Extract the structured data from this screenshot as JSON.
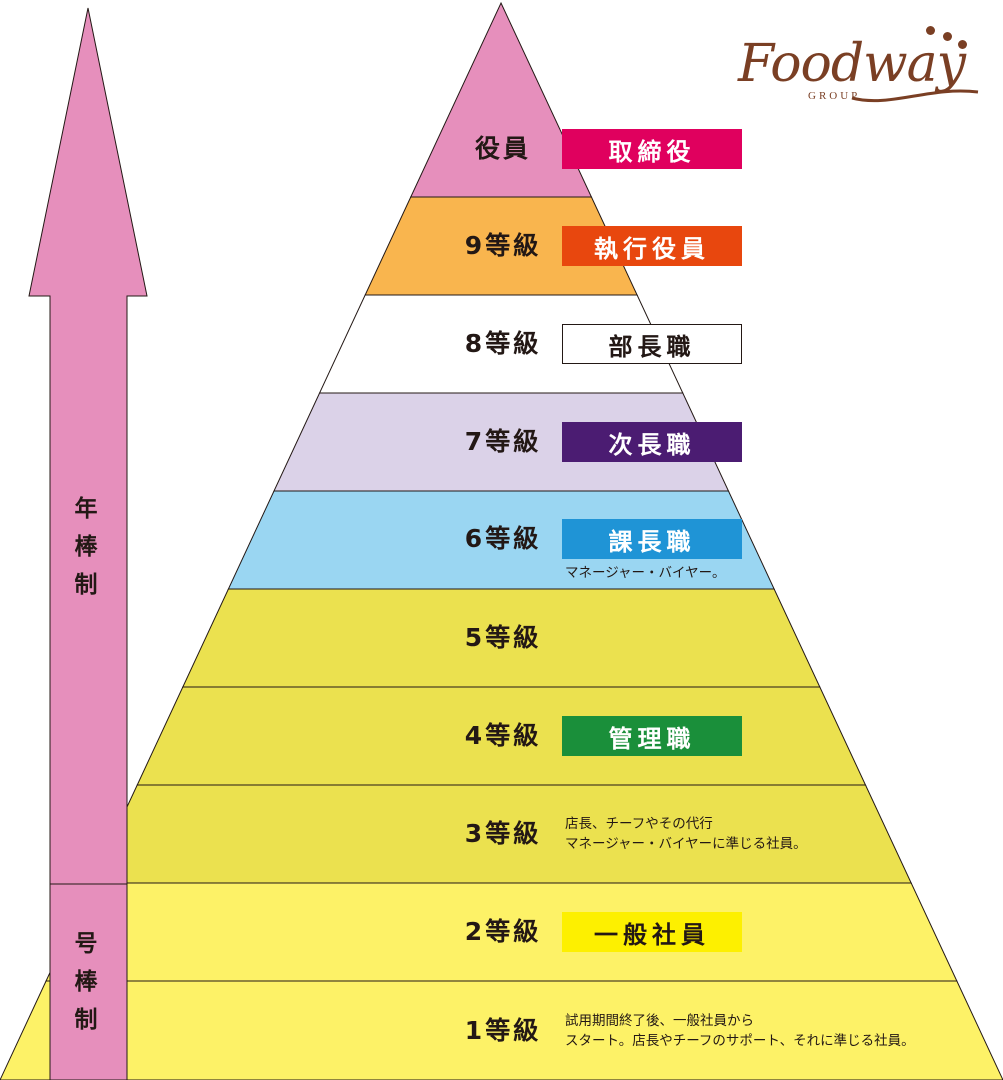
{
  "logo": {
    "name": "Foodway",
    "sub": "GROUP"
  },
  "colors": {
    "arrow": "#e68fbc",
    "outline": "#231815",
    "level_fills": [
      "#fdf267",
      "#fdf267",
      "#ebe14f",
      "#ebe14f",
      "#ebe14f",
      "#9ad6f2",
      "#dbd2e8",
      "#ffffff",
      "#f9b54e",
      "#e68fbc"
    ]
  },
  "salary_system": {
    "annual": "年棒制",
    "grade_based": "号棒制"
  },
  "levels": [
    {
      "grade": "役員",
      "title": "取締役",
      "title_bg": "#e0005e",
      "title_color": "#ffffff",
      "note": []
    },
    {
      "grade": "9等級",
      "title": "執行役員",
      "title_bg": "#e8470e",
      "title_color": "#ffffff",
      "note": []
    },
    {
      "grade": "8等級",
      "title": "部長職",
      "title_bg": "#ffffff",
      "title_color": "#231815",
      "note": []
    },
    {
      "grade": "7等級",
      "title": "次長職",
      "title_bg": "#4b1c72",
      "title_color": "#ffffff",
      "note": []
    },
    {
      "grade": "6等級",
      "title": "課長職",
      "title_bg": "#1f94d6",
      "title_color": "#ffffff",
      "note": [
        "マネージャー・バイヤー。"
      ]
    },
    {
      "grade": "5等級",
      "title": "",
      "title_bg": "",
      "title_color": "",
      "note": []
    },
    {
      "grade": "4等級",
      "title": "管理職",
      "title_bg": "#1a8f3a",
      "title_color": "#ffffff",
      "note": []
    },
    {
      "grade": "3等級",
      "title": "",
      "title_bg": "",
      "title_color": "",
      "note": [
        "店長、チーフやその代行",
        "マネージャー・バイヤーに準じる社員。"
      ]
    },
    {
      "grade": "2等級",
      "title": "一般社員",
      "title_bg": "#fdf000",
      "title_color": "#231815",
      "note": []
    },
    {
      "grade": "1等級",
      "title": "",
      "title_bg": "",
      "title_color": "",
      "note": [
        "試用期間終了後、一般社員から",
        "スタート。店長やチーフのサポート、それに準じる社員。"
      ]
    }
  ]
}
